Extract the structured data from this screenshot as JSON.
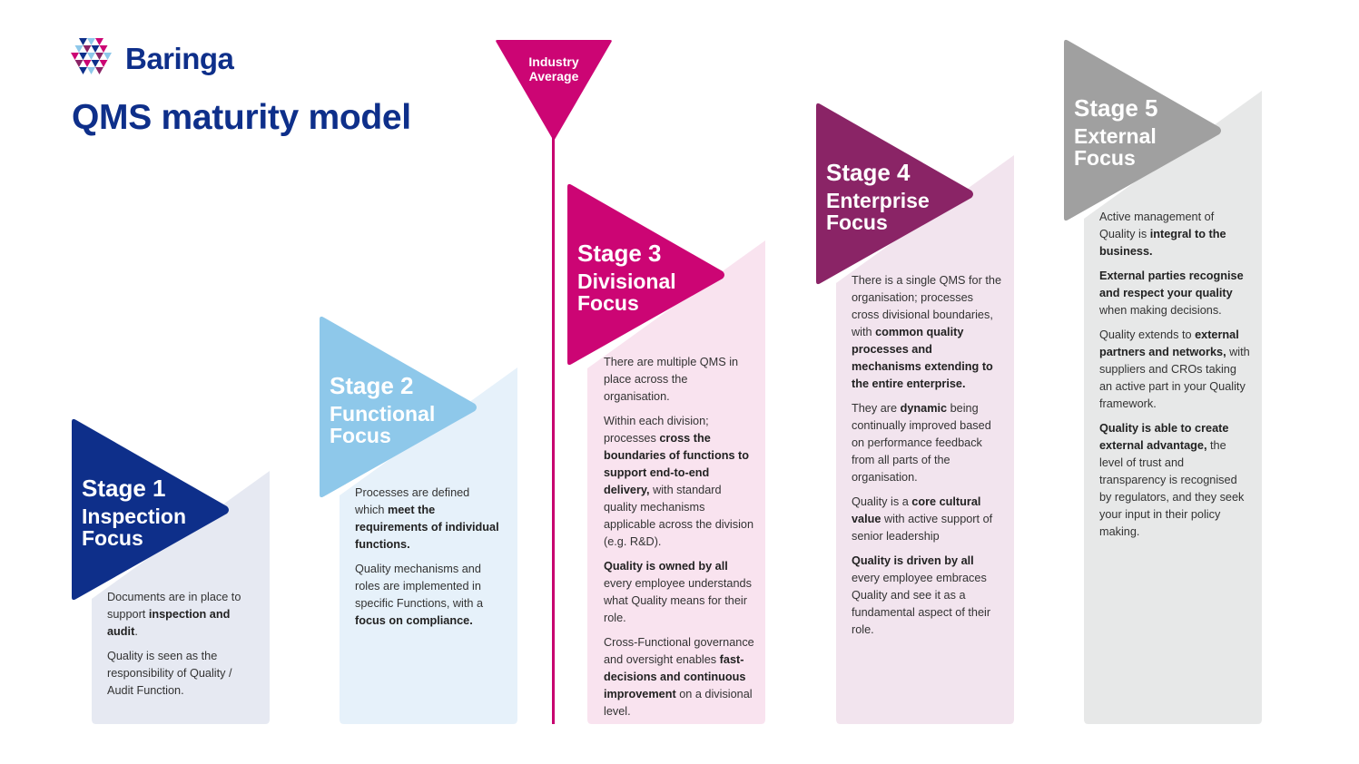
{
  "brand": {
    "name": "Baringa"
  },
  "title": "QMS maturity model",
  "marker": {
    "label_line1": "Industry",
    "label_line2": "Average"
  },
  "colors": {
    "navy": "#0e2f8a",
    "stage1": "#0e2f8a",
    "stage2": "#8ec8ea",
    "stage3": "#cc0574",
    "stage4": "#8a2466",
    "stage5": "#a0a0a0",
    "panel1": "#e6e9f2",
    "panel2": "#e6f1fa",
    "panel3": "#f9e3ef",
    "panel4": "#f2e4ee",
    "panel5": "#e7e8e8",
    "marker": "#cc0574"
  },
  "stages": [
    {
      "num": "Stage 1",
      "name_line1": "Inspection",
      "name_line2": "Focus",
      "paragraphs": [
        [
          {
            "t": "Documents are in place to support "
          },
          {
            "t": "inspection and audit",
            "b": true
          },
          {
            "t": "."
          }
        ],
        [
          {
            "t": "Quality is seen as the responsibility of Quality / Audit Function."
          }
        ]
      ]
    },
    {
      "num": "Stage 2",
      "name_line1": "Functional",
      "name_line2": "Focus",
      "paragraphs": [
        [
          {
            "t": "Processes are defined which "
          },
          {
            "t": "meet the requirements of individual functions.",
            "b": true
          }
        ],
        [
          {
            "t": "Quality mechanisms and roles are implemented in specific Functions, with a "
          },
          {
            "t": "focus on compliance.",
            "b": true
          }
        ]
      ]
    },
    {
      "num": "Stage 3",
      "name_line1": "Divisional",
      "name_line2": "Focus",
      "paragraphs": [
        [
          {
            "t": "There are multiple QMS in place across the organisation."
          }
        ],
        [
          {
            "t": "Within each division; processes "
          },
          {
            "t": "cross the boundaries of functions to support end-to-end delivery,",
            "b": true
          },
          {
            "t": " with standard quality mechanisms applicable across the division (e.g. R&D)."
          }
        ],
        [
          {
            "t": "Quality is owned by all",
            "b": true
          },
          {
            "t": " every employee understands what Quality means for their role."
          }
        ],
        [
          {
            "t": "Cross-Functional governance and oversight enables "
          },
          {
            "t": "fast-decisions and continuous improvement",
            "b": true
          },
          {
            "t": " on a divisional level."
          }
        ]
      ]
    },
    {
      "num": "Stage 4",
      "name_line1": "Enterprise",
      "name_line2": "Focus",
      "paragraphs": [
        [
          {
            "t": "There is a single QMS for the organisation; processes cross divisional boundaries, with "
          },
          {
            "t": "common quality processes and mechanisms extending to the entire enterprise.",
            "b": true
          }
        ],
        [
          {
            "t": "They are "
          },
          {
            "t": "dynamic",
            "b": true
          },
          {
            "t": " being continually improved based on performance feedback from all parts of the organisation."
          }
        ],
        [
          {
            "t": "Quality is a "
          },
          {
            "t": "core cultural value",
            "b": true
          },
          {
            "t": " with active support of senior leadership"
          }
        ],
        [
          {
            "t": "Quality is driven by all",
            "b": true
          },
          {
            "t": " every employee embraces Quality and see it as a fundamental aspect of their role."
          }
        ]
      ]
    },
    {
      "num": "Stage 5",
      "name_line1": "External",
      "name_line2": "Focus",
      "paragraphs": [
        [
          {
            "t": "Active management of Quality is "
          },
          {
            "t": "integral to the business.",
            "b": true
          }
        ],
        [
          {
            "t": "External parties recognise and respect your quality",
            "b": true
          },
          {
            "t": " when making decisions."
          }
        ],
        [
          {
            "t": "Quality extends to "
          },
          {
            "t": "external partners and networks,",
            "b": true
          },
          {
            "t": " with suppliers and CROs taking an active part in your Quality framework."
          }
        ],
        [
          {
            "t": "Quality is able to create external advantage,",
            "b": true
          },
          {
            "t": " the level of trust and transparency is recognised by regulators, and they seek your input in their policy making."
          }
        ]
      ]
    }
  ]
}
